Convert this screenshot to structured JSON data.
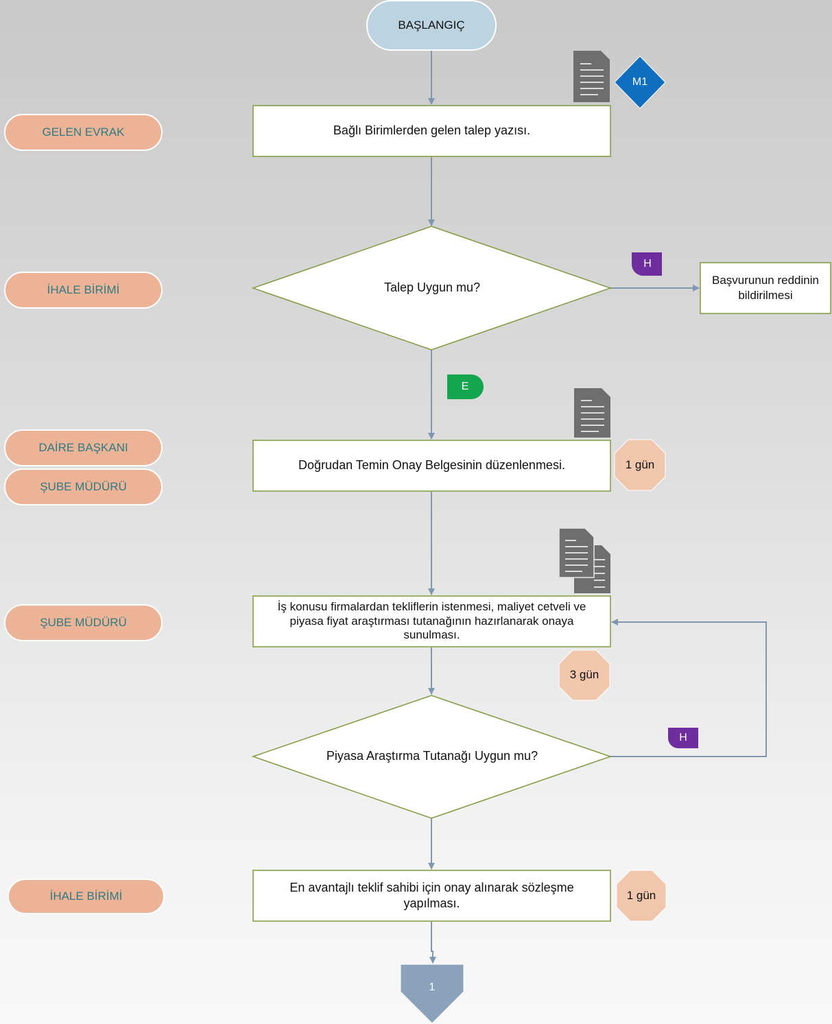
{
  "start": {
    "label": "BAŞLANGIÇ"
  },
  "roles": {
    "r1": "GELEN EVRAK",
    "r2": "İHALE BİRİMİ",
    "r3": "DAİRE BAŞKANI",
    "r4": "ŞUBE MÜDÜRÜ",
    "r5": "ŞUBE MÜDÜRÜ",
    "r6": "İHALE BİRİMİ"
  },
  "steps": {
    "s1": "Bağlı Birimlerden gelen talep yazısı.",
    "d1": "Talep Uygun mu?",
    "reject": "Başvurunun reddinin bildirilmesi",
    "s2": "Doğrudan Temin Onay Belgesinin düzenlenmesi.",
    "s3": "İş konusu firmalardan tekliflerin istenmesi, maliyet cetveli ve piyasa fiyat araştırması tutanağının hazırlanarak onaya sunulması.",
    "d2": "Piyasa Araştırma Tutanağı Uygun mu?",
    "s4": "En avantajlı teklif sahibi için onay alınarak sözleşme yapılması."
  },
  "badges": {
    "m1": "M1",
    "h1": "H",
    "e1": "E",
    "h2": "H",
    "t1": "1 gün",
    "t2": "3 gün",
    "t3": "1 gün",
    "connector": "1"
  },
  "colors": {
    "start_fill": "#bcd3e1",
    "role_fill": "#ecb396",
    "role_text": "#2f7b84",
    "box_border": "#7f9a3c",
    "arrow": "#7f97b1",
    "doc_icon": "#6e6e6e",
    "m1_fill": "#0f6ebf",
    "h_fill": "#6f2e9e",
    "e_fill": "#14a64f",
    "time_fill": "#f0c6ad",
    "connector_fill": "#8aa3ba"
  },
  "icons": [
    "document-icon",
    "multi-document-icon"
  ]
}
